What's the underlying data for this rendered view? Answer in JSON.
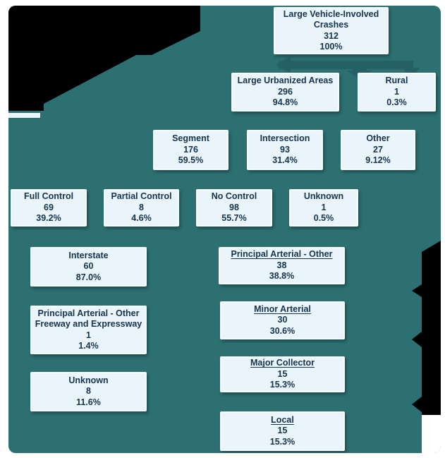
{
  "title": "Large vehicle-involved crash tree diagram",
  "colors": {
    "background": "#ffffff",
    "canvas": "#2d7072",
    "arrow": "#256164",
    "node_fill": "#e9f4fb",
    "node_border": "#f8fcfe",
    "text": "#16344d",
    "mask": "#000000"
  },
  "nodes": {
    "root": {
      "title": "Large Vehicle-Involved Crashes",
      "count": "312",
      "pct": "100%"
    },
    "urban": {
      "title": "Large Urbanized Areas",
      "count": "296",
      "pct": "94.8%"
    },
    "rural": {
      "title": "Rural",
      "count": "1",
      "pct": "0.3%"
    },
    "segment": {
      "title": "Segment",
      "count": "176",
      "pct": "59.5%"
    },
    "intersection": {
      "title": "Intersection",
      "count": "93",
      "pct": "31.4%"
    },
    "other": {
      "title": "Other",
      "count": "27",
      "pct": "9.12%"
    },
    "full_control": {
      "title": "Full Control",
      "count": "69",
      "pct": "39.2%"
    },
    "partial_control": {
      "title": "Partial Control",
      "count": "8",
      "pct": "4.6%"
    },
    "no_control": {
      "title": "No Control",
      "count": "98",
      "pct": "55.7%"
    },
    "unknown_control": {
      "title": "Unknown",
      "count": "1",
      "pct": "0.5%"
    },
    "interstate": {
      "title": "Interstate",
      "count": "60",
      "pct": "87.0%"
    },
    "pa_freeway": {
      "title": "Principal Arterial - Other Freeway and Expressway",
      "count": "1",
      "pct": "1.4%"
    },
    "unknown_class": {
      "title": "Unknown",
      "count": "8",
      "pct": "11.6%"
    },
    "pa_other": {
      "title": "Principal Arterial - Other",
      "count": "38",
      "pct": "38.8%"
    },
    "minor_arterial": {
      "title": "Minor Arterial",
      "count": "30",
      "pct": "30.6%"
    },
    "major_collector": {
      "title": "Major Collector",
      "count": "15",
      "pct": "15.3%"
    },
    "local": {
      "title": "Local",
      "count": "15",
      "pct": "15.3%"
    }
  }
}
